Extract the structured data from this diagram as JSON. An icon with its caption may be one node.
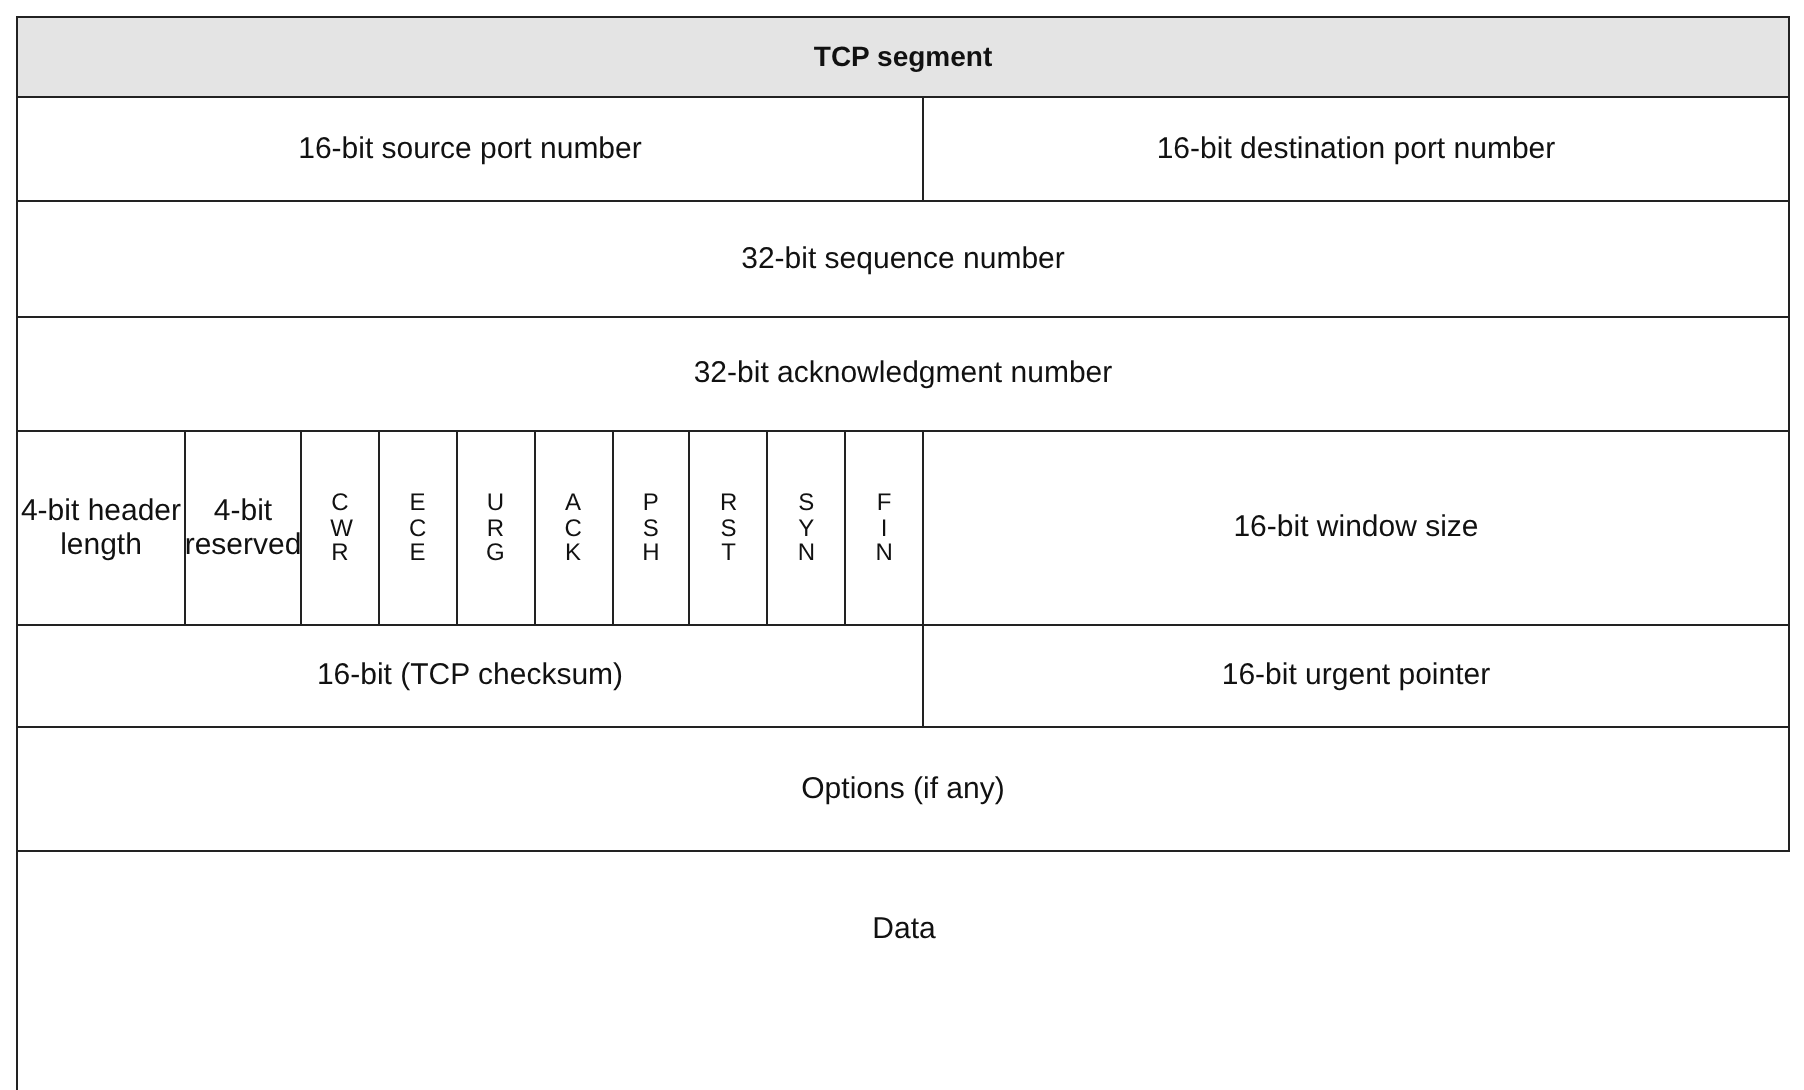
{
  "diagram": {
    "title": "TCP segment",
    "labels": [
      "16-bit source port number",
      "16-bit destination port number",
      "32-bit sequence number",
      "32-bit acknowledgment number",
      "4-bit header length",
      "4-bit reserved",
      "CWR",
      "ECE",
      "URG",
      "ACK",
      "PSH",
      "RST",
      "SYN",
      "FIN",
      "16-bit window size",
      "16-bit (TCP checksum)",
      "16-bit urgent pointer",
      "Options (if any)",
      "Data"
    ]
  }
}
